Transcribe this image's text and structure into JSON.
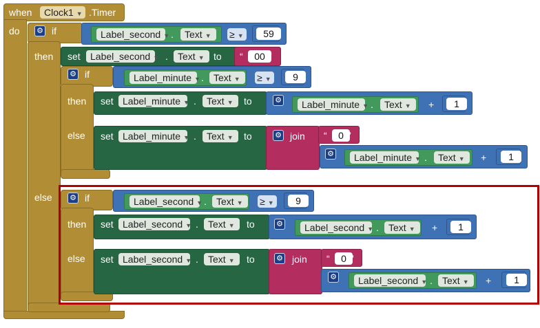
{
  "event": {
    "when": "when",
    "component": "Clock1",
    "event_name": ".Timer",
    "do": "do"
  },
  "kw": {
    "if": "if",
    "then": "then",
    "else": "else",
    "set": "set",
    "to": "to",
    "join": "join",
    "dot": ".",
    "plus": "+",
    "gte": "≥"
  },
  "comp": {
    "second": "Label_second",
    "minute": "Label_minute",
    "prop": "Text"
  },
  "vals": {
    "n59": "59",
    "n9": "9",
    "n1": "1",
    "t00": "00",
    "t0": "0"
  },
  "colors": {
    "control": "#b18e35",
    "setter": "#266643",
    "math": "#3f71b5",
    "text": "#b32d5e",
    "label": "#419a5b",
    "highlight": "#b00000"
  }
}
